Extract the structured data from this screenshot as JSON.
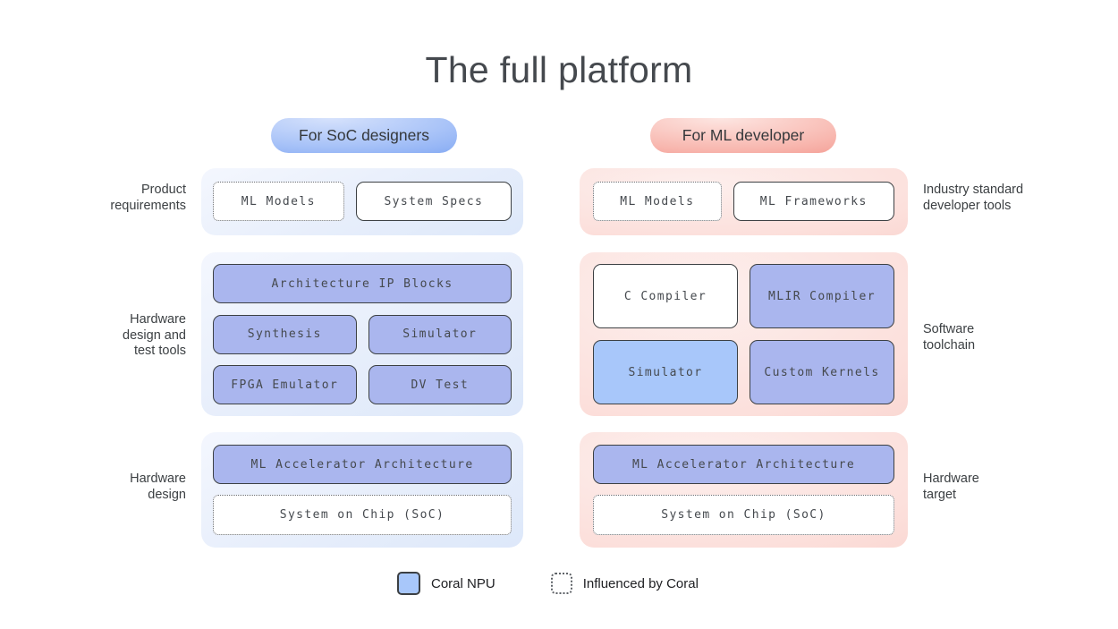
{
  "title": "The full platform",
  "left_column": {
    "badge": "For SoC designers",
    "rows": [
      {
        "label": "Product\nrequirements",
        "boxes": [
          "ML Models",
          "System Specs"
        ]
      },
      {
        "label": "Hardware\ndesign and\ntest tools",
        "boxes": [
          "Architecture IP Blocks",
          "Synthesis",
          "Simulator",
          "FPGA Emulator",
          "DV Test"
        ]
      },
      {
        "label": "Hardware\ndesign",
        "boxes": [
          "ML Accelerator Architecture",
          "System on Chip (SoC)"
        ]
      }
    ]
  },
  "right_column": {
    "badge": "For ML developer",
    "rows": [
      {
        "label": "Industry standard\ndeveloper tools",
        "boxes": [
          "ML Models",
          "ML Frameworks"
        ]
      },
      {
        "label": "Software\ntoolchain",
        "boxes": [
          "C Compiler",
          "MLIR Compiler",
          "Simulator",
          "Custom Kernels"
        ]
      },
      {
        "label": "Hardware\ntarget",
        "boxes": [
          "ML Accelerator Architecture",
          "System on Chip (SoC)"
        ]
      }
    ]
  },
  "legend": {
    "coral_npu": "Coral NPU",
    "influenced": "Influenced by Coral"
  },
  "colors": {
    "coral_npu_fill": "#a8c7fa",
    "periwinkle_fill": "#aab6ee",
    "soc_badge_blue": "#6e9af0",
    "ml_badge_coral": "#f0897f",
    "panel_blue": "#e6edfb",
    "panel_pink": "#fbdeda",
    "box_border": "#3c4043",
    "text_dark": "#3c4043"
  }
}
